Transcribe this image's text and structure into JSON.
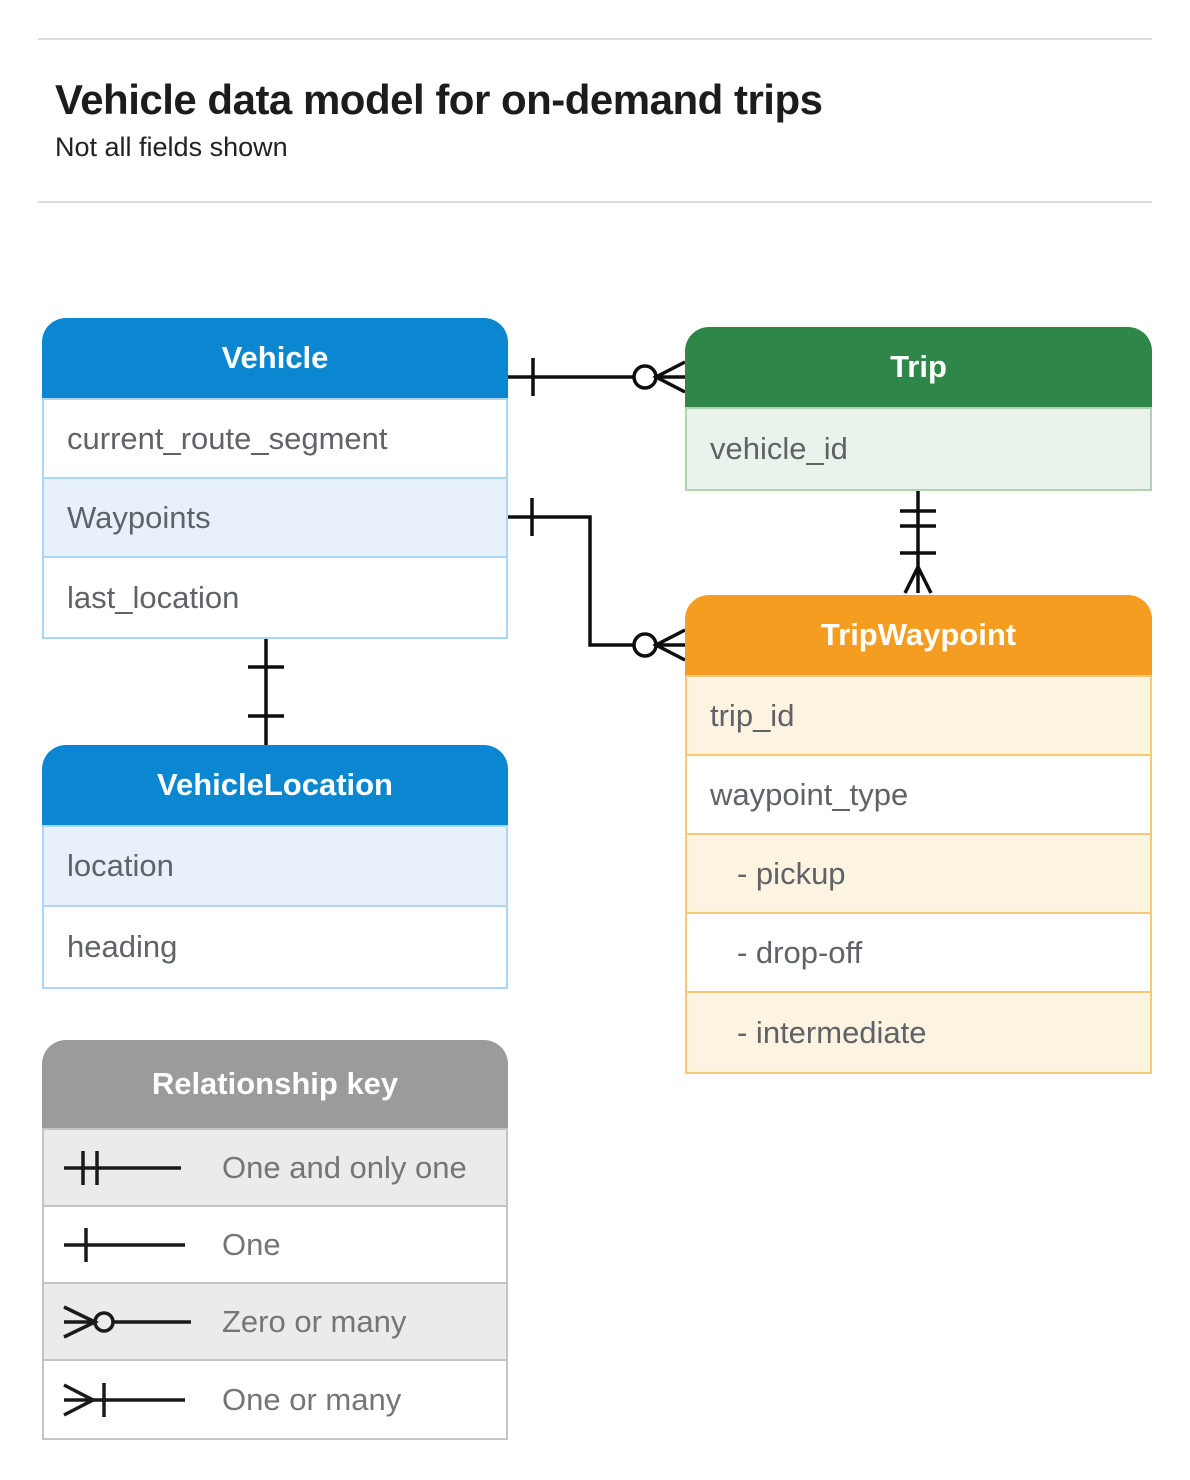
{
  "page": {
    "title": "Vehicle data model for on-demand trips",
    "subtitle": "Not all fields shown"
  },
  "colors": {
    "blue": "#0b87d2",
    "blue_light": "#e8f1fb",
    "blue_border": "#abd6f5",
    "green": "#2e8748",
    "green_light": "#e9f3eb",
    "green_border": "#a9d5af",
    "orange": "#f59d20",
    "orange_light": "#fdf3e1",
    "orange_border": "#f7c977",
    "gray": "#9b9b9b",
    "gray_light": "#ebebeb",
    "gray_border": "#c4c4c4",
    "connector": "#0e0e0e"
  },
  "entities": {
    "vehicle": {
      "title": "Vehicle",
      "fields": [
        {
          "label": "current_route_segment"
        },
        {
          "label": "Waypoints"
        },
        {
          "label": "last_location"
        }
      ]
    },
    "trip": {
      "title": "Trip",
      "fields": [
        {
          "label": "vehicle_id"
        }
      ]
    },
    "tripWaypoint": {
      "title": "TripWaypoint",
      "fields": [
        {
          "label": "trip_id"
        },
        {
          "label": "waypoint_type"
        },
        {
          "label": "- pickup"
        },
        {
          "label": "- drop-off"
        },
        {
          "label": "- intermediate"
        }
      ]
    },
    "vehicleLocation": {
      "title": "VehicleLocation",
      "fields": [
        {
          "label": "location"
        },
        {
          "label": "heading"
        }
      ]
    }
  },
  "relationships": [
    {
      "from": "Vehicle",
      "to": "Trip",
      "from_cardinality": "one",
      "to_cardinality": "zero-or-many"
    },
    {
      "from": "Vehicle.Waypoints",
      "to": "TripWaypoint",
      "from_cardinality": "one",
      "to_cardinality": "zero-or-many"
    },
    {
      "from": "Trip",
      "to": "TripWaypoint",
      "from_cardinality": "one-and-only-one",
      "to_cardinality": "one-or-many"
    },
    {
      "from": "Vehicle",
      "to": "VehicleLocation",
      "from_cardinality": "one",
      "to_cardinality": "one"
    }
  ],
  "legend": {
    "title": "Relationship key",
    "items": [
      {
        "symbol": "one-and-only-one",
        "label": "One and only one"
      },
      {
        "symbol": "one",
        "label": "One"
      },
      {
        "symbol": "zero-or-many",
        "label": "Zero or many"
      },
      {
        "symbol": "one-or-many",
        "label": "One or many"
      }
    ]
  }
}
